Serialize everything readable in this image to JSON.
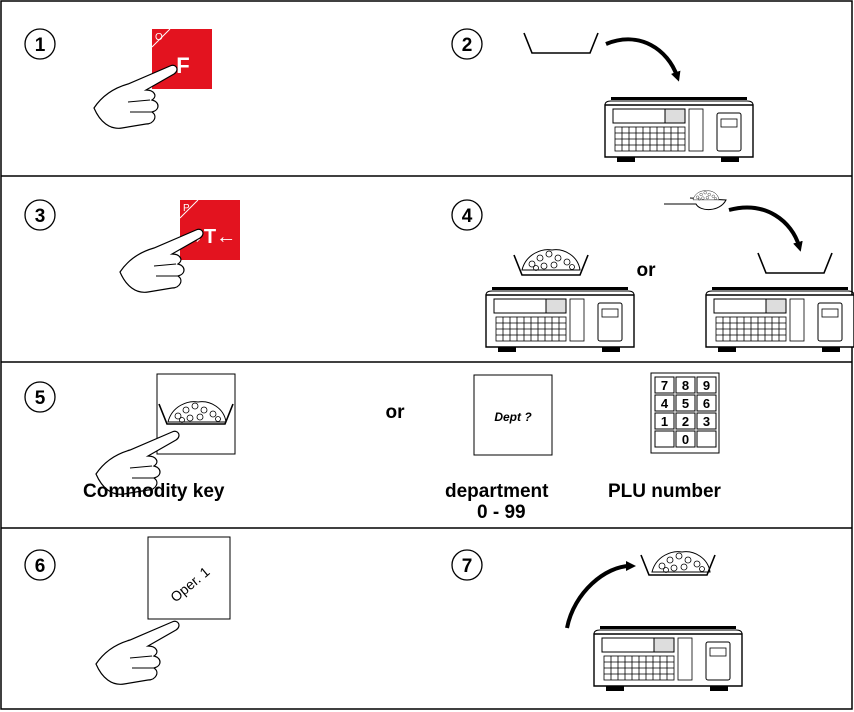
{
  "steps": [
    "1",
    "2",
    "3",
    "4",
    "5",
    "6",
    "7"
  ],
  "keys": {
    "f_key": {
      "corner": "O",
      "label": "F"
    },
    "t_key": {
      "corner": "P",
      "label": "→T←"
    }
  },
  "text": {
    "or_step4": "or",
    "or_step5": "or",
    "dept_display": "Dept ?",
    "commodity_key": "Commodity key",
    "department": "department",
    "department_range": "0 - 99",
    "plu_number": "PLU number",
    "oper_label": "Oper. 1"
  },
  "keypad": [
    [
      "7",
      "8",
      "9"
    ],
    [
      "4",
      "5",
      "6"
    ],
    [
      "1",
      "2",
      "3"
    ],
    [
      "",
      "0",
      ""
    ]
  ],
  "colors": {
    "key_red": "#e3131f",
    "border": "#000000",
    "display_white": "#ffffff"
  }
}
